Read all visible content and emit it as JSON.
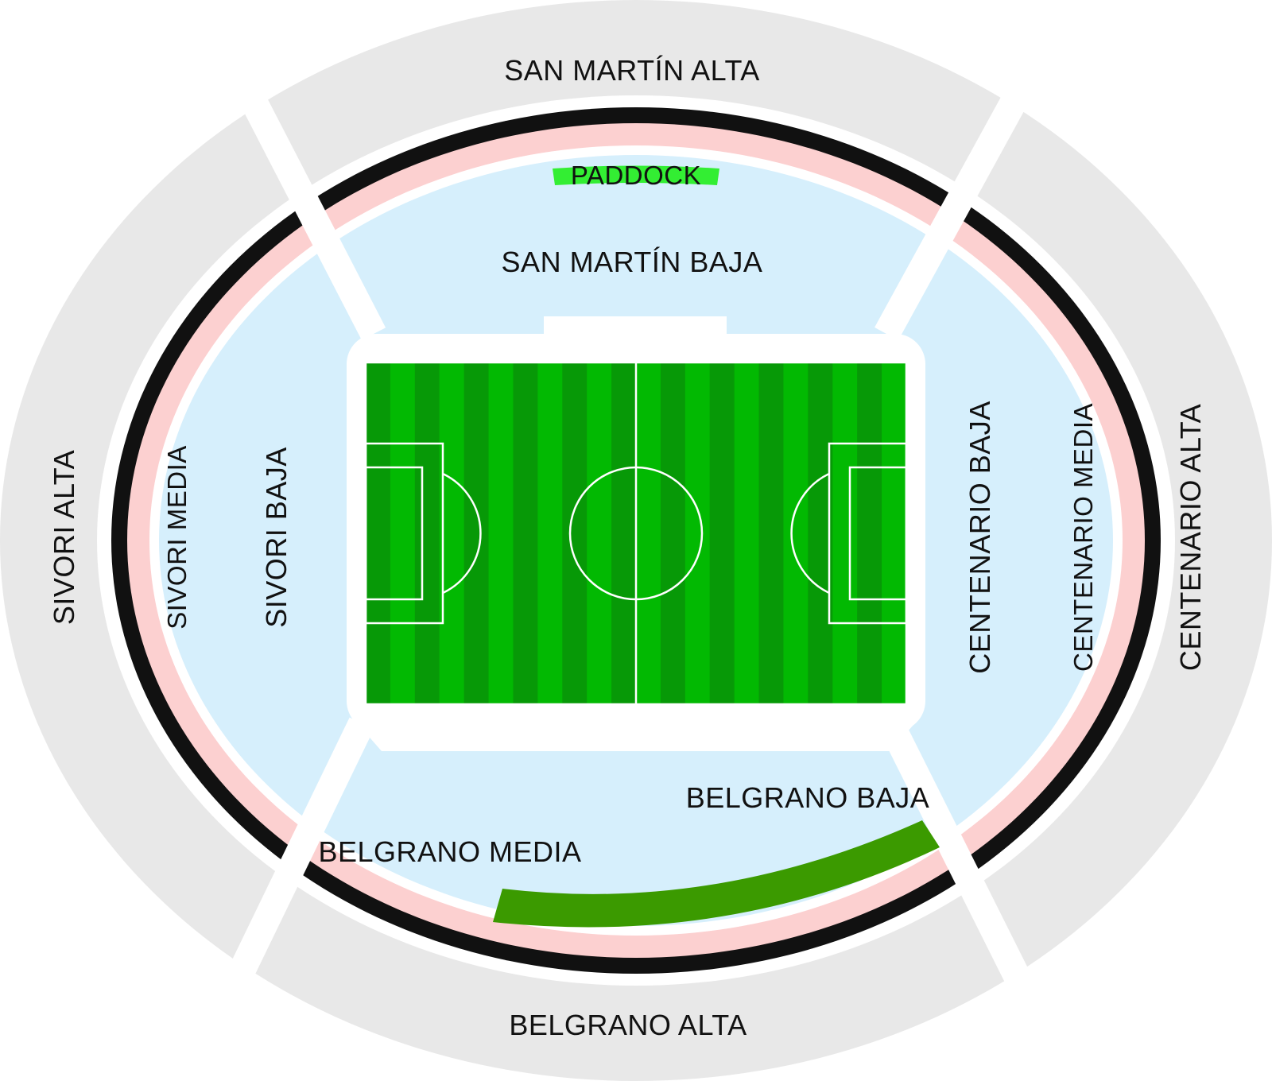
{
  "colors": {
    "alta": "#e8e8e8",
    "ring": "#111111",
    "media": "#fcd0d0",
    "baja": "#d6effc",
    "paddock": "#33ee33",
    "premium": "#3b9a00",
    "pitch_light": "#02b902",
    "pitch_dark": "#079907",
    "gap": "#ffffff"
  },
  "sections": {
    "san_martin_alta": "SAN MARTÍN ALTA",
    "belgrano_alta": "BELGRANO ALTA",
    "sivori_alta": "SIVORI ALTA",
    "centenario_alta": "CENTENARIO ALTA",
    "sivori_media": "SIVORI MEDIA",
    "centenario_media": "CENTENARIO MEDIA",
    "belgrano_media": "BELGRANO MEDIA",
    "paddock": "PADDOCK",
    "san_martin_baja": "SAN MARTÍN BAJA",
    "belgrano_baja": "BELGRANO BAJA",
    "sivori_baja": "SIVORI BAJA",
    "centenario_baja": "CENTENARIO BAJA"
  }
}
